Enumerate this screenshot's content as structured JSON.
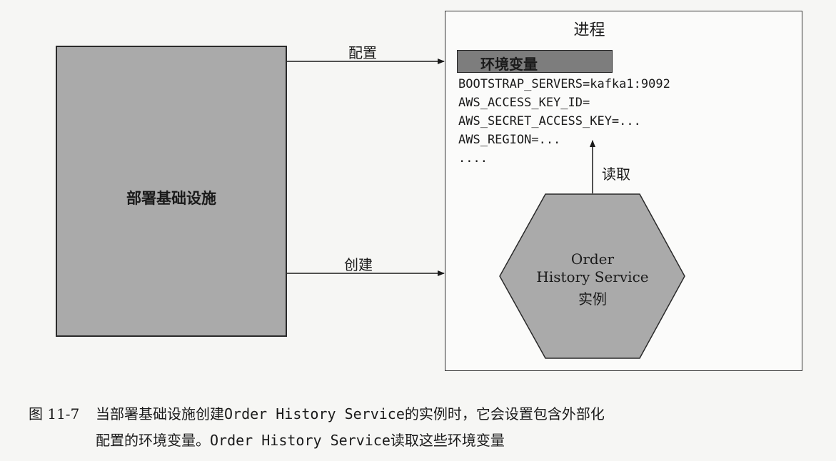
{
  "diagram": {
    "infrastructure": {
      "label": "部署基础设施"
    },
    "process": {
      "title": "进程",
      "env_header": "环境变量",
      "env_vars": [
        "BOOTSTRAP_SERVERS=kafka1:9092",
        "AWS_ACCESS_KEY_ID=",
        "AWS_SECRET_ACCESS_KEY=...",
        "AWS_REGION=...",
        "...."
      ]
    },
    "service": {
      "lines": [
        "Order",
        "History Service",
        "实例"
      ]
    },
    "edges": {
      "configure": "配置",
      "create": "创建",
      "read": "读取"
    }
  },
  "caption": {
    "number": "图 11-7",
    "line1_prefix": "当部署基础设施创建",
    "line1_mono": "Order History Service",
    "line1_suffix": "的实例时，它会设置包含外部化",
    "line2_prefix": "配置的环境变量。",
    "line2_mono": "Order History Service",
    "line2_suffix": "读取这些环境变量"
  }
}
